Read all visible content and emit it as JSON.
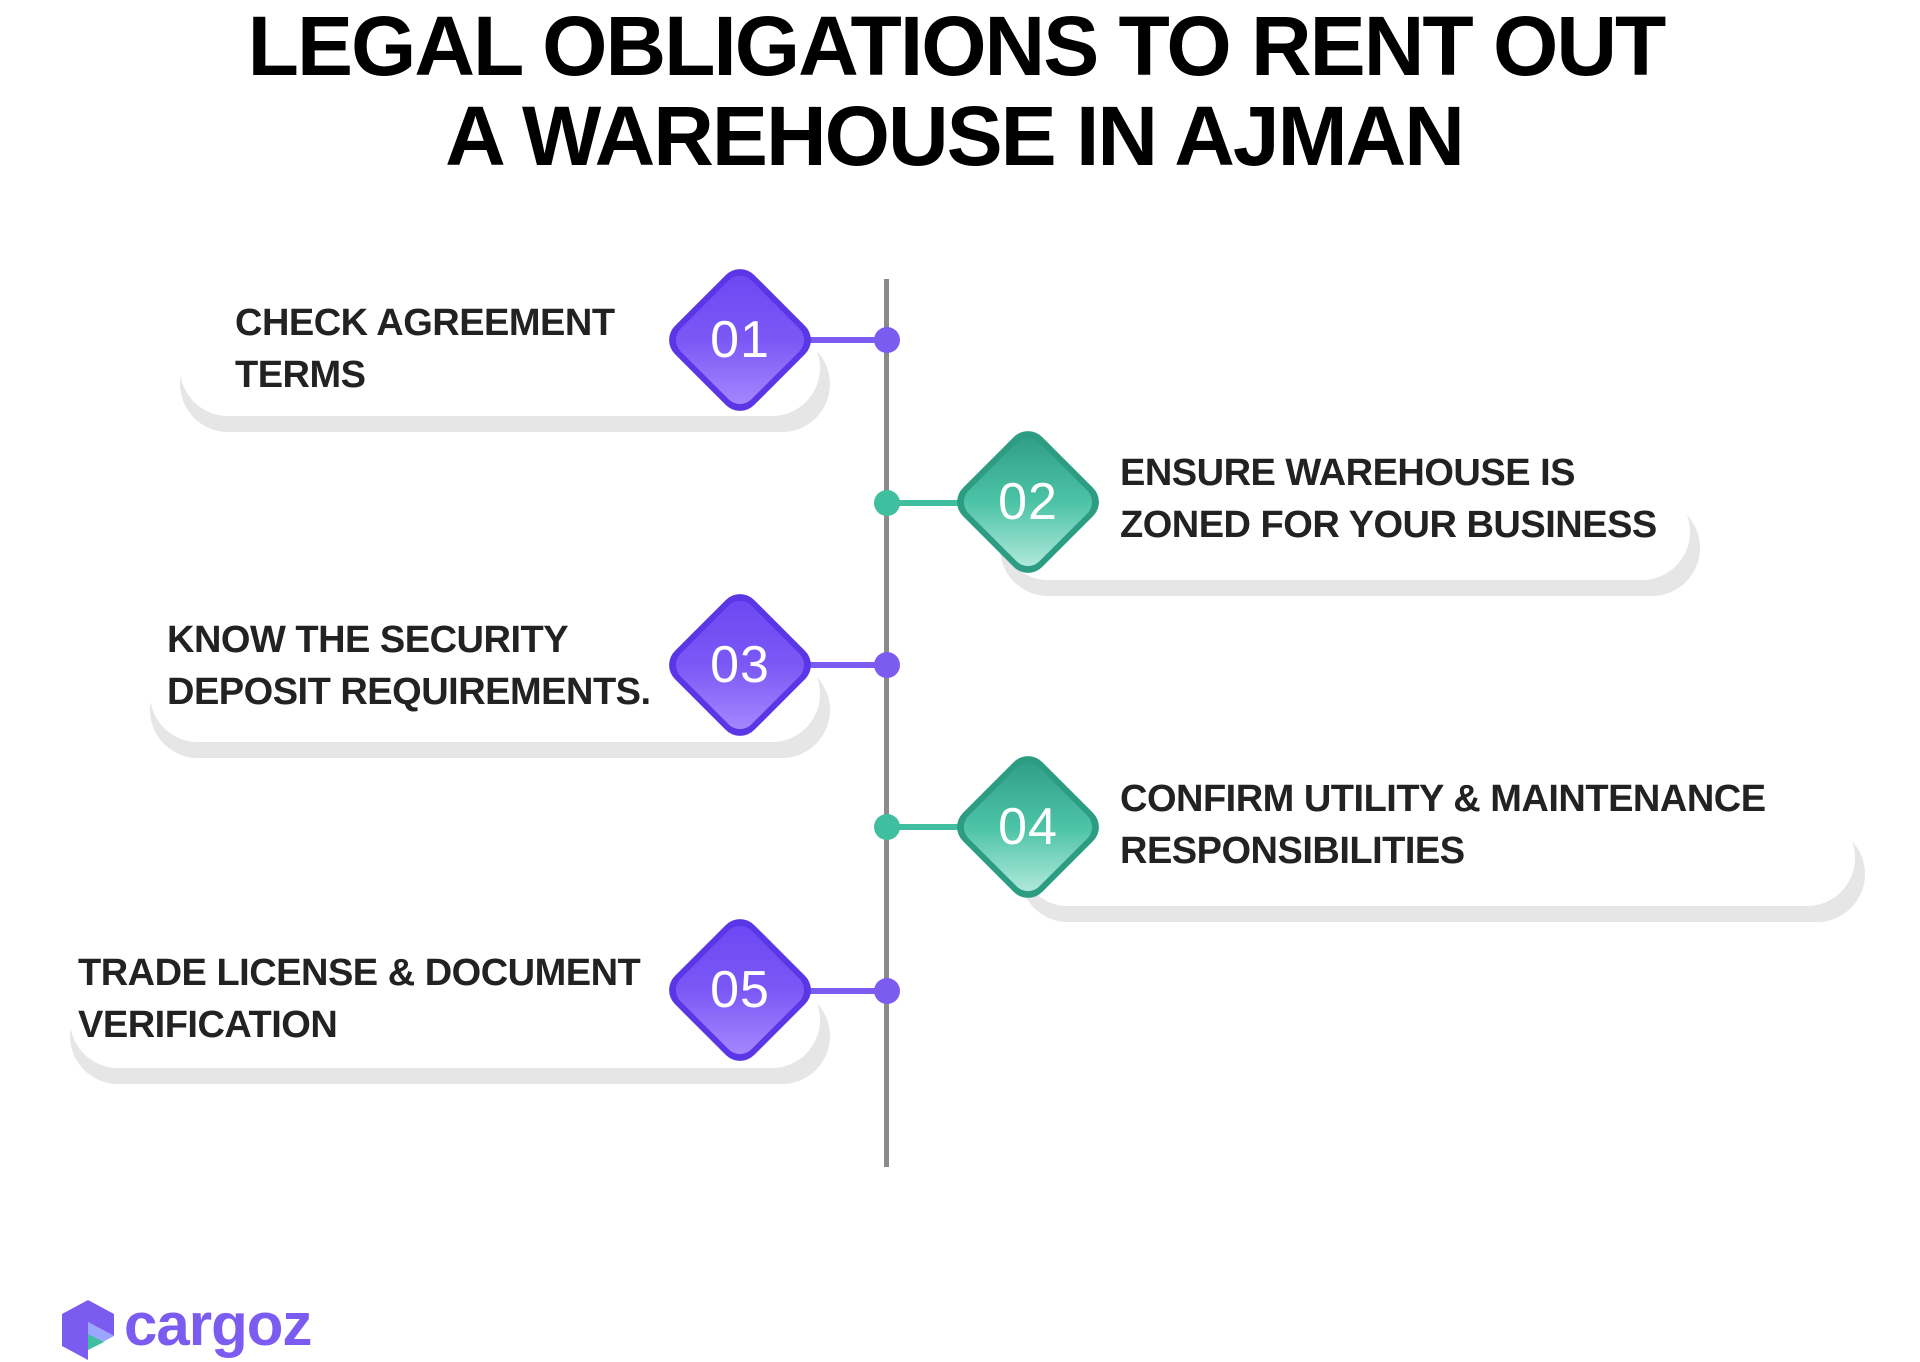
{
  "title": {
    "line1": "LEGAL OBLIGATIONS TO RENT OUT",
    "line2": "A WAREHOUSE IN AJMAN"
  },
  "colors": {
    "purple": "#6f4cf2",
    "purple_light": "#a98bff",
    "teal": "#3fbfa0",
    "teal_light": "#b9ece0",
    "timeline": "#8a8a8a",
    "text": "#222222"
  },
  "steps": [
    {
      "number": "01",
      "line1": "CHECK AGREEMENT",
      "line2": "TERMS",
      "side": "left",
      "color": "purple"
    },
    {
      "number": "02",
      "line1": "ENSURE WAREHOUSE IS",
      "line2": "ZONED FOR YOUR BUSINESS",
      "side": "right",
      "color": "teal"
    },
    {
      "number": "03",
      "line1": "KNOW THE SECURITY",
      "line2": "DEPOSIT REQUIREMENTS.",
      "side": "left",
      "color": "purple"
    },
    {
      "number": "04",
      "line1": "CONFIRM UTILITY & MAINTENANCE",
      "line2": "RESPONSIBILITIES",
      "side": "right",
      "color": "teal"
    },
    {
      "number": "05",
      "line1": "TRADE LICENSE & DOCUMENT",
      "line2": "VERIFICATION",
      "side": "left",
      "color": "purple"
    }
  ],
  "logo": {
    "text": "cargoz",
    "icon": "cargoz-logo-icon"
  }
}
